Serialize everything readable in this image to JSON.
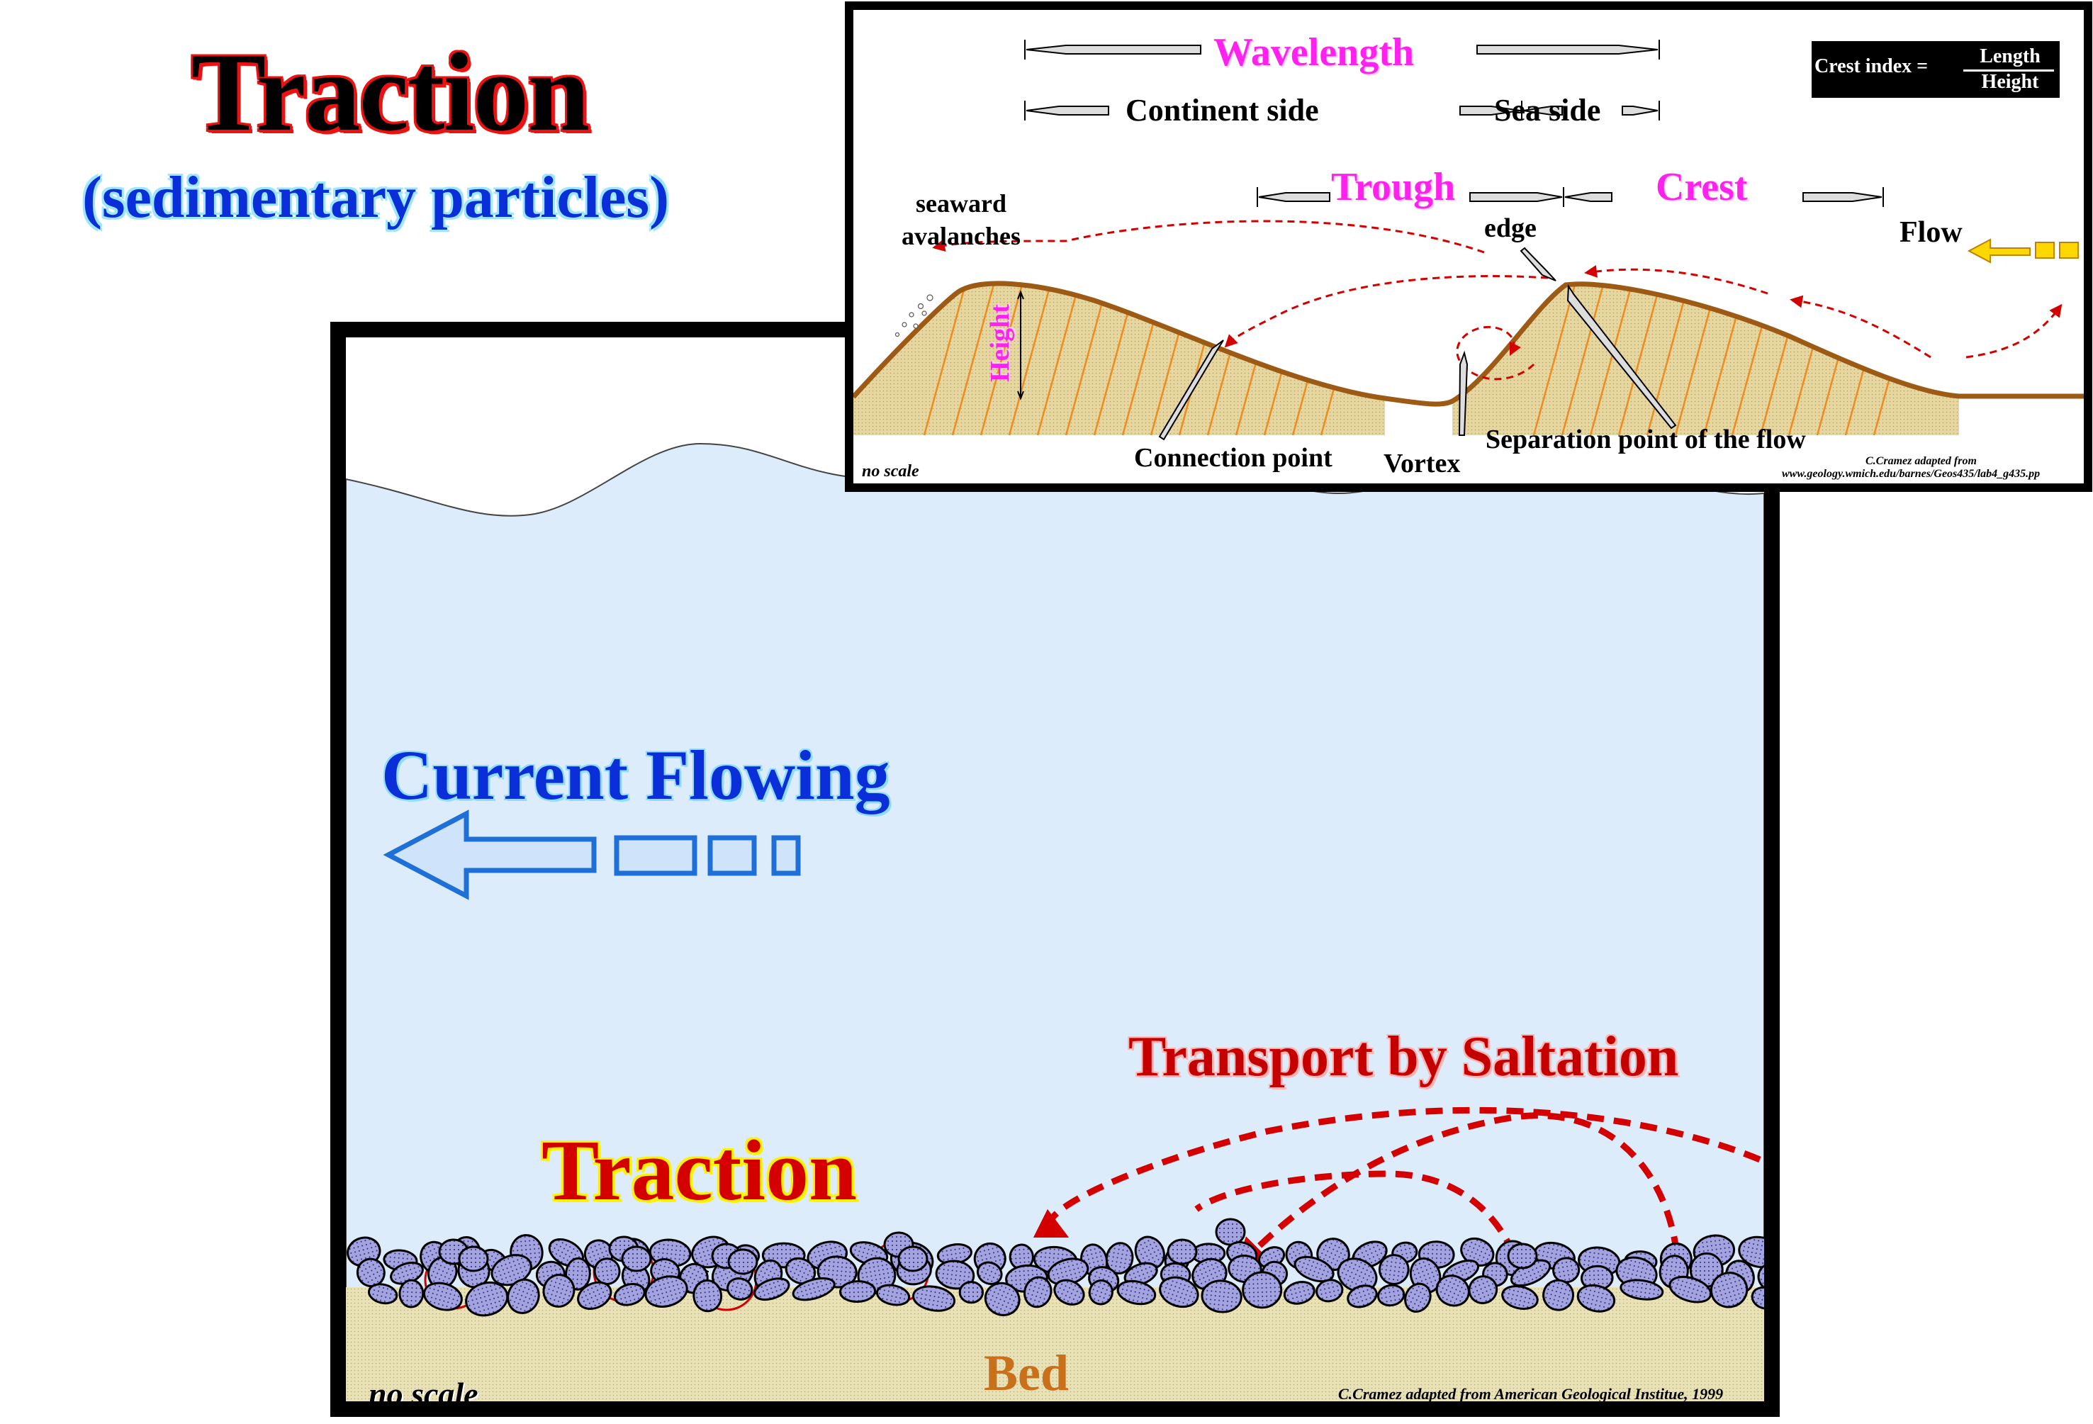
{
  "title": "Traction",
  "subtitle": "(sedimentary particles)",
  "main_panel": {
    "current_label": "Current Flowing",
    "saltation_label": "Transport by Saltation",
    "traction_label": "Traction",
    "bed_label": "Bed",
    "no_scale": "no scale",
    "credit": "C.Cramez adapted from American Geological Institue, 1999"
  },
  "inset_panel": {
    "wavelength": "Wavelength",
    "continent_side": "Continent side",
    "sea_side": "Sea side",
    "trough": "Trough",
    "crest": "Crest",
    "seaward_avalanches": "seaward avalanches",
    "edge": "edge",
    "flow": "Flow",
    "height": "Height",
    "connection_point": "Connection point",
    "vortex": "Vortex",
    "separation_point": "Separation point of the flow",
    "no_scale": "no scale",
    "credit_line1": "C.Cramez adapted from",
    "credit_line2": "www.geology.wmich.edu/barnes/Geos435/lab4_g435.pp",
    "crest_index_label": "Crest index =",
    "crest_index_numerator": "Length",
    "crest_index_denominator": "Height"
  },
  "colors": {
    "water": "#dcecfa",
    "bed": "#e9e2b6",
    "grains": "#a3a3e0",
    "current_arrow": "#1f6fd8",
    "saltation_arrows": "#d40000",
    "ripple_sand": "#e6d6a0",
    "ripple_surface": "#9c5a14",
    "hatch": "#f08c1e",
    "flow_arrow": "#ffd700"
  }
}
